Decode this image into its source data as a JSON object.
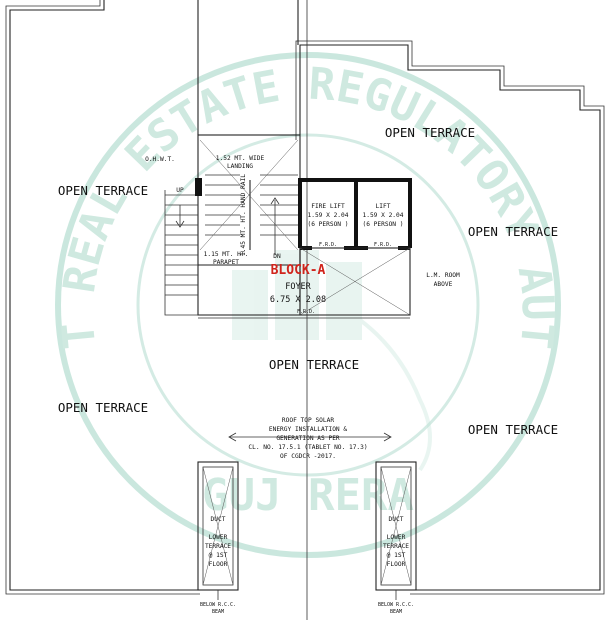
{
  "seal": {
    "text_top": "GUJARAT REAL ESTATE REGULATORY AUTHORITY",
    "text_bottom": "GUJ RERA"
  },
  "labels": {
    "open_terrace_top_right": "OPEN TERRACE",
    "open_terrace_left_top": "OPEN TERRACE",
    "open_terrace_right_mid": "OPEN TERRACE",
    "open_terrace_center": "OPEN TERRACE",
    "open_terrace_left_bottom": "OPEN TERRACE",
    "open_terrace_right_bottom": "OPEN TERRACE",
    "ohwt": "O.H.W.T.",
    "landing_1": "1.52 MT. WIDE",
    "landing_2": "LANDING",
    "hand_rail": "1.45 MT. HT. HAND RAIL",
    "up": "UP",
    "dn": "DN",
    "parapet_1": "1.15 MT. HT.",
    "parapet_2": "PARAPET",
    "fire_lift_1": "FIRE LIFT",
    "fire_lift_2": "1.59 X 2.04",
    "fire_lift_3": "(6 PERSON )",
    "lift_1": "LIFT",
    "lift_2": "1.59 X 2.04",
    "lift_3": "(6 PERSON )",
    "frd_fire_lift": "F.R.D.",
    "frd_lift": "F.R.D.",
    "block": "BLOCK-A",
    "foyer_1": "FOYER",
    "foyer_2": "6.75 X 2.08",
    "frd_foyer": "F.R.D.",
    "room_1": "L.M. ROOM",
    "room_2": "ABOVE",
    "solar_1": "ROOF TOP SOLAR",
    "solar_2": "ENERGY INSTALLATION &",
    "solar_3": "GENERATION AS PER",
    "solar_4": "CL. NO. 17.5.1 (TABLET NO. 17.3)",
    "solar_5": "OF CGDCR -2017.",
    "duct_left_1": "DUCT",
    "duct_left_2": "LOWER",
    "duct_left_3": "TERRACE",
    "duct_left_4": "@ 1ST",
    "duct_left_5": "FLOOR",
    "duct_right_1": "DUCT",
    "duct_right_2": "LOWER",
    "duct_right_3": "TERRACE",
    "duct_right_4": "@ 1ST",
    "duct_right_5": "FLOOR",
    "beam_left_1": "BELOW R.C.C.",
    "beam_left_2": "BEAM",
    "beam_right_1": "BELOW R.C.C.",
    "beam_right_2": "BEAM"
  }
}
